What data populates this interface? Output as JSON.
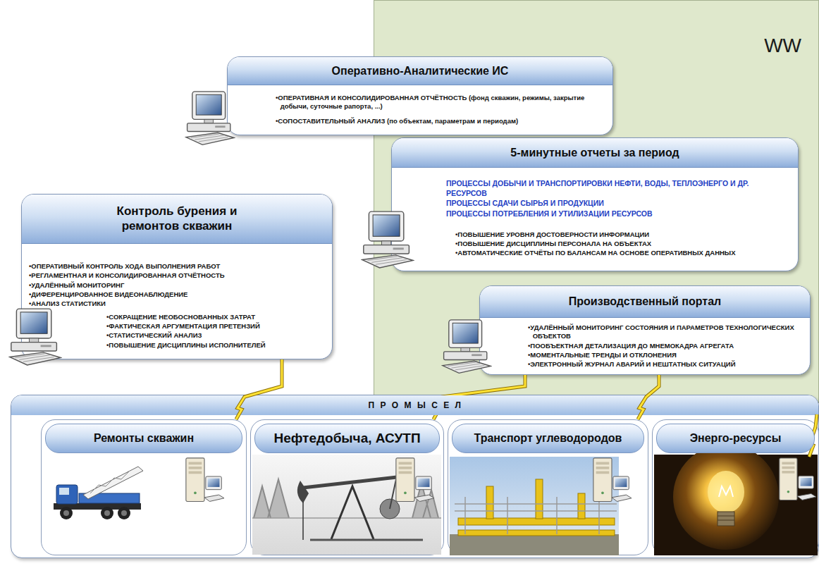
{
  "diagram": {
    "nodes": [
      {
        "text": [
          "WW"
        ]
      },
      {
        "text": [
          "Оперативно-Аналитические ИС",
          "•ОПЕРАТИВНАЯ И КОНСОЛИДИРОВАННАЯ ОТЧЁТНОСТЬ (фонд скважин, режимы, закрытие добычи, суточные рапорта, ...)",
          "•СОПОСТАВИТЕЛЬНЫЙ АНАЛИЗ (по объектам, параметрам и периодам)"
        ]
      },
      {
        "text": [
          "5-минутные отчеты за период",
          "ПРОЦЕССЫ ДОБЫЧИ И ТРАНСПОРТИРОВКИ НЕФТИ, ВОДЫ, ТЕПЛОЭНЕРГО И ДР. РЕСУРСОВ",
          "ПРОЦЕССЫ СДАЧИ СЫРЬЯ И ПРОДУКЦИИ",
          "ПРОЦЕССЫ ПОТРЕБЛЕНИЯ И УТИЛИЗАЦИИ РЕСУРСОВ",
          "•ПОВЫШЕНИЕ УРОВНЯ ДОСТОВЕРНОСТИ ИНФОРМАЦИИ",
          "•ПОВЫШЕНИЕ ДИСЦИПЛИНЫ ПЕРСОНАЛА НА ОБЪЕКТАХ",
          "•АВТОМАТИЧЕСКИЕ ОТЧЁТЫ ПО БАЛАНСАМ НА ОСНОВЕ ОПЕРАТИВНЫХ ДАННЫХ"
        ],
        "in": 0
      },
      {
        "text": [
          "Контроль бурения и ремонтов скважин",
          "•ОПЕРАТИВНЫЙ КОНТРОЛЬ ХОДА ВЫПОЛНЕНИЯ РАБОТ",
          "•РЕГЛАМЕНТНАЯ И КОНСОЛИДИРОВАННАЯ ОТЧЁТНОСТЬ",
          "•УДАЛЁННЫЙ МОНИТОРИНГ",
          "•ДИФЕРЕНЦИРОВАННОЕ ВИДЕОНАБЛЮДЕНИЕ",
          "•АНАЛИЗ СТАТИСТИКИ",
          "•СОКРАЩЕНИЕ НЕОБОСНОВАННЫХ ЗАТРАТ",
          "•ФАКТИЧЕСКАЯ АРГУМЕНТАЦИЯ ПРЕТЕНЗИЙ",
          "•СТАТИСТИЧЕСКИЙ АНАЛИЗ",
          "•ПОВЫШЕНИЕ ДИСЦИПЛИНЫ ИСПОЛНИТЕЛЕЙ"
        ]
      },
      {
        "text": [
          "Производственный портал",
          "•УДАЛЁННЫЙ МОНИТОРИНГ СОСТОЯНИЯ И ПАРАМЕТРОВ ТЕХНОЛОГИЧЕСКИХ ОБЪЕКТОВ",
          "•ПООБЪЕКТНАЯ ДЕТАЛИЗАЦИЯ ДО МНЕМОКАДРА АГРЕГАТА",
          "•МОМЕНТАЛЬНЫЕ ТРЕНДЫ И ОТКЛОНЕНИЯ",
          "•ЭЛЕКТРОННЫЙ ЖУРНАЛ АВАРИЙ И НЕШТАТНЫХ СИТУАЦИЙ"
        ],
        "in": 0
      },
      {
        "text": [
          "ПРОМЫСЕЛ"
        ]
      },
      {
        "text": [
          "Ремонты скважин"
        ],
        "in": 5
      },
      {
        "text": [
          "Нефтедобыча, АСУТП"
        ],
        "in": 5
      },
      {
        "text": [
          "Транспорт углеводородов"
        ],
        "in": 5
      },
      {
        "text": [
          "Энерго-ресурсы"
        ],
        "in": 5
      }
    ],
    "edges": [
      {
        "from": 6,
        "to": 3,
        "arrow": "none"
      },
      {
        "from": 7,
        "to": 4,
        "arrow": "none"
      },
      {
        "from": 8,
        "to": 4,
        "arrow": "none"
      }
    ]
  }
}
